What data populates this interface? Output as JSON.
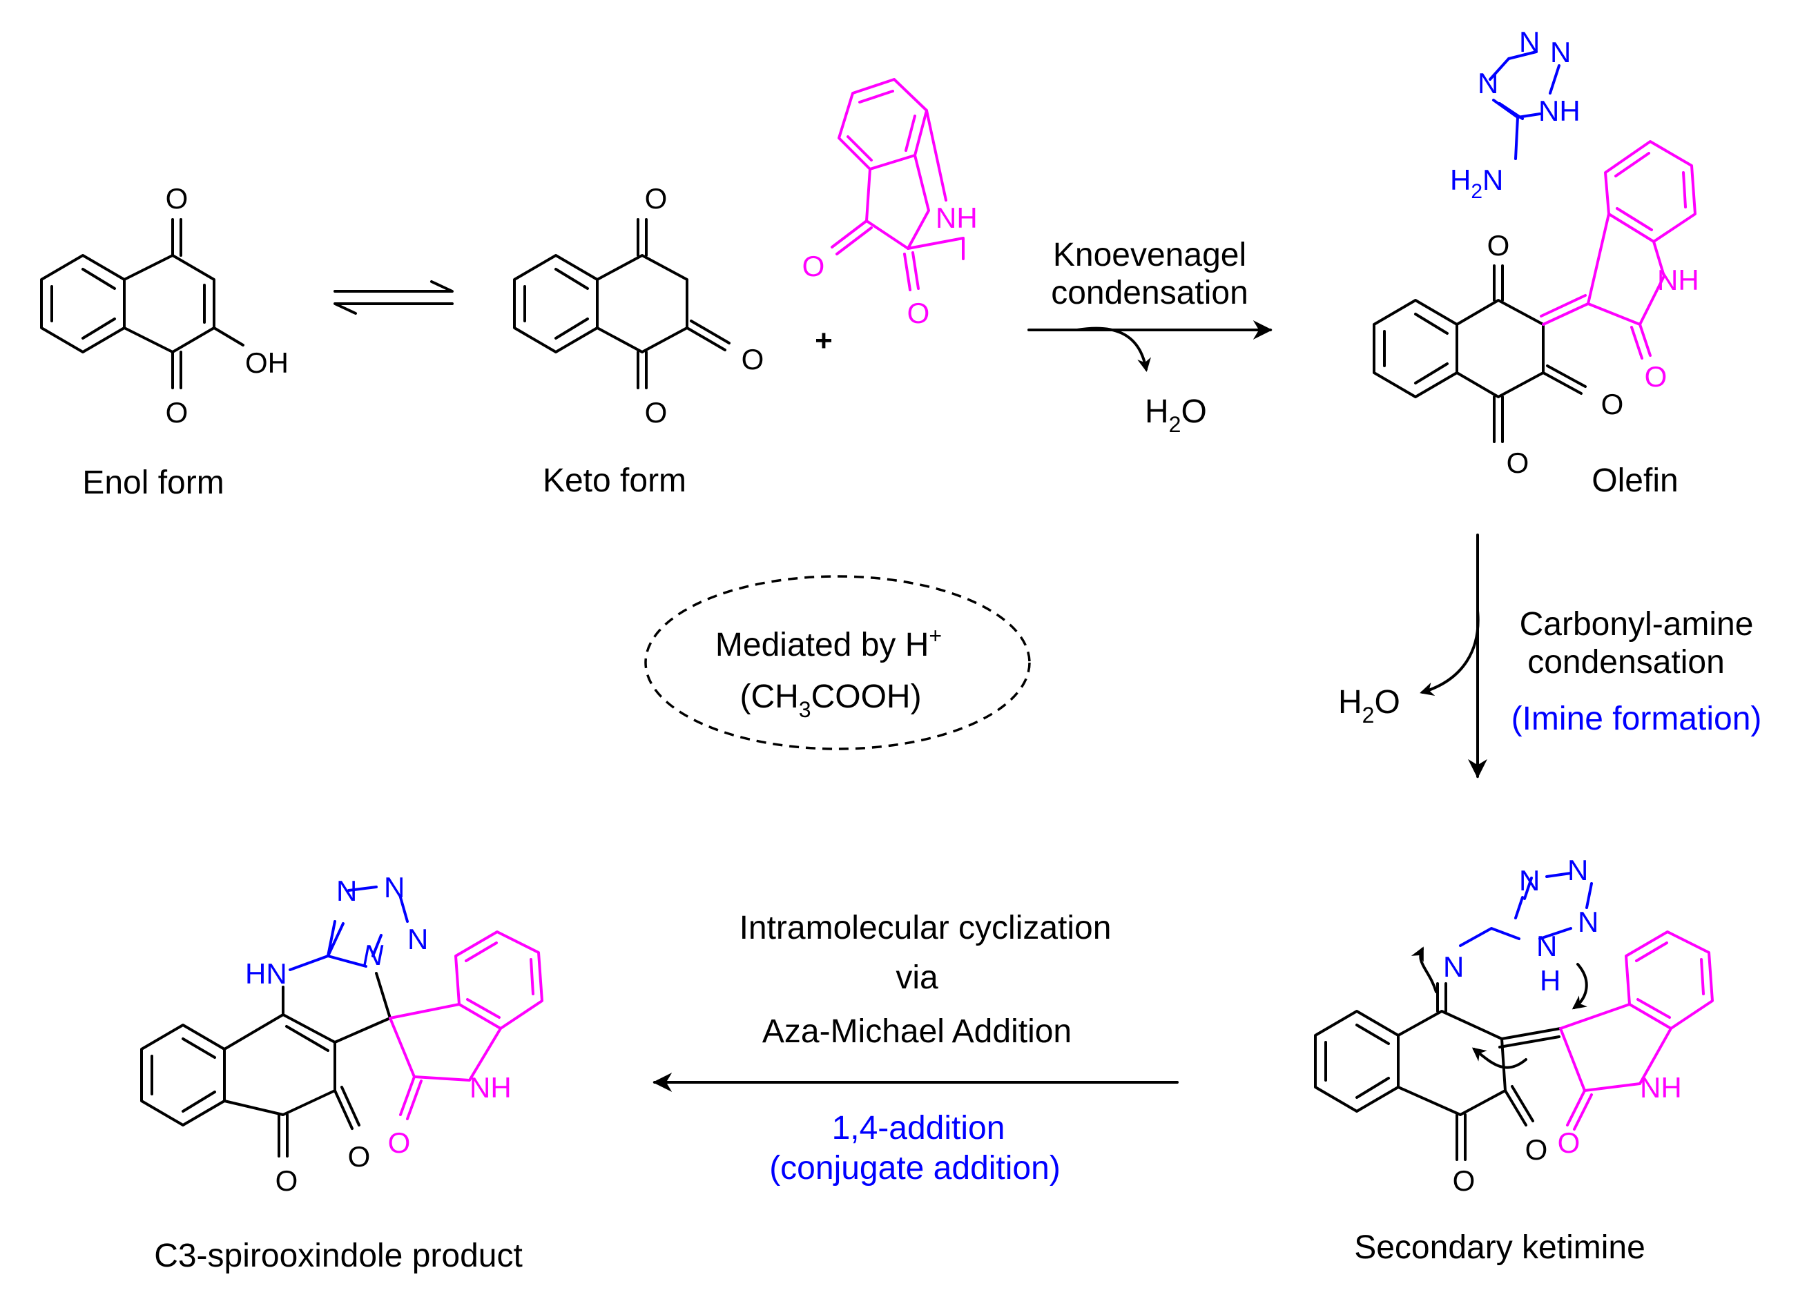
{
  "labels": {
    "enol": "Enol form",
    "keto": "Keto form",
    "olefin": "Olefin",
    "ketimine": "Secondary ketimine",
    "product": "C3-spirooxindole product"
  },
  "plus_sign": "+",
  "steps": {
    "knoevenagel": {
      "line1": "Knoevenagel",
      "line2": "condensation",
      "byproduct_h": "H",
      "byproduct_sub": "2",
      "byproduct_o": "O"
    },
    "carbonyl_amine": {
      "line1": "Carbonyl-amine",
      "line2": "condensation",
      "note": "(Imine formation)",
      "byproduct_h": "H",
      "byproduct_sub": "2",
      "byproduct_o": "O"
    },
    "cyclization": {
      "line1": "Intramolecular cyclization",
      "line2": "via",
      "line3": "Aza-Michael Addition",
      "note1": "1,4-addition",
      "note2": "(conjugate addition)"
    }
  },
  "mediator": {
    "line1": "Mediated by H",
    "line1_sup": "+",
    "line2_a": "(CH",
    "line2_sub": "3",
    "line2_b": "COOH)"
  },
  "atoms": {
    "O": "O",
    "OH": "OH",
    "NH": "NH",
    "N": "N",
    "HN": "HN",
    "H": "H",
    "H2N_H": "H",
    "H2N_sub": "2",
    "H2N_N": "N"
  },
  "colors": {
    "isatin": "#ff00ff",
    "aminotetrazole": "#0000ff",
    "base": "#000000"
  }
}
